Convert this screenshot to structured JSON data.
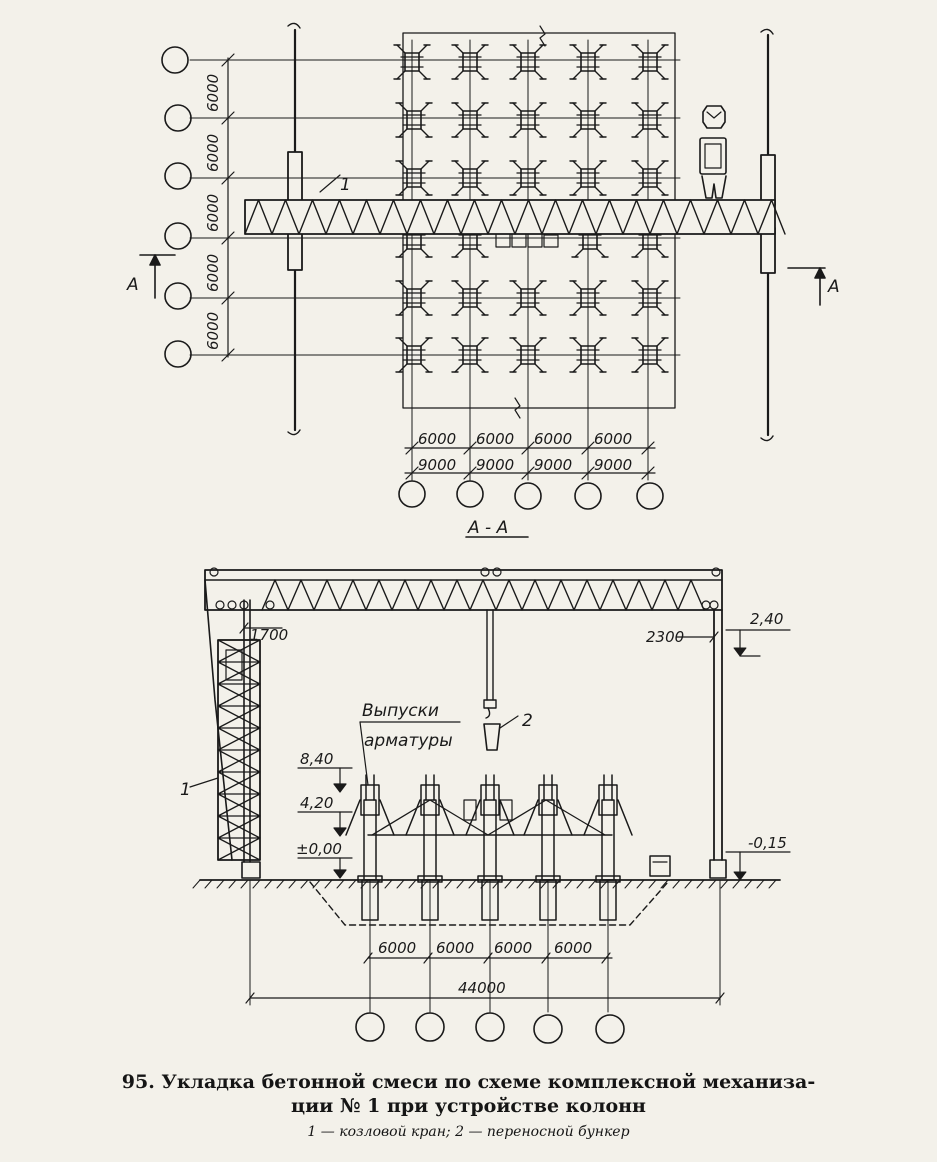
{
  "plan": {
    "left_dims": [
      "6000",
      "6000",
      "6000",
      "6000",
      "6000"
    ],
    "bottom_dims_top": [
      "6000",
      "6000",
      "6000",
      "6000"
    ],
    "bottom_dims_bottom": [
      "9000",
      "9000",
      "9000",
      "9000"
    ],
    "crane_label": "1",
    "section_mark": "A"
  },
  "section": {
    "title": "А - А",
    "dim_1700": "1700",
    "dim_2300": "2300",
    "level_240": "2,40",
    "level_840": "8,40",
    "level_420": "4,20",
    "level_000": "±0,00",
    "level_015": "-0,15",
    "rebar_label_1": "Выпуски",
    "rebar_label_2": "арматуры",
    "hopper_label": "2",
    "crane_label": "1",
    "bottom_dims": [
      "6000",
      "6000",
      "6000",
      "6000"
    ],
    "total_dim": "44000"
  },
  "caption": {
    "line1": "95. Укладка бетонной смеси по схеме комплексной механиза-",
    "line2": "ции № 1 при устройстве колонн",
    "legend": "1 — козловой кран; 2 — переносной бункер"
  }
}
